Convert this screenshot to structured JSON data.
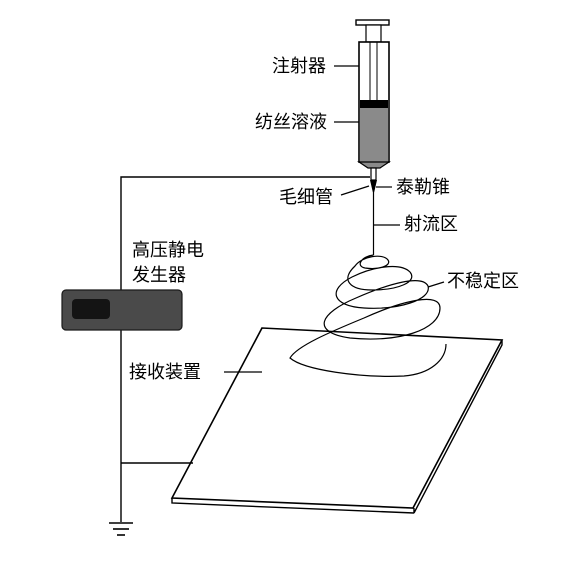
{
  "diagram": {
    "labels": {
      "syringe": "注射器",
      "spinning_solution": "纺丝溶液",
      "taylor_cone": "泰勒锥",
      "capillary": "毛细管",
      "jet_zone": "射流区",
      "hv_generator": "高压静电发生器",
      "instability_zone": "不稳定区",
      "collector": "接收装置"
    },
    "colors": {
      "line": "#000000",
      "solution": "#8a8a8a",
      "generator_body": "#4a4a4a",
      "generator_slot": "#141414"
    }
  }
}
